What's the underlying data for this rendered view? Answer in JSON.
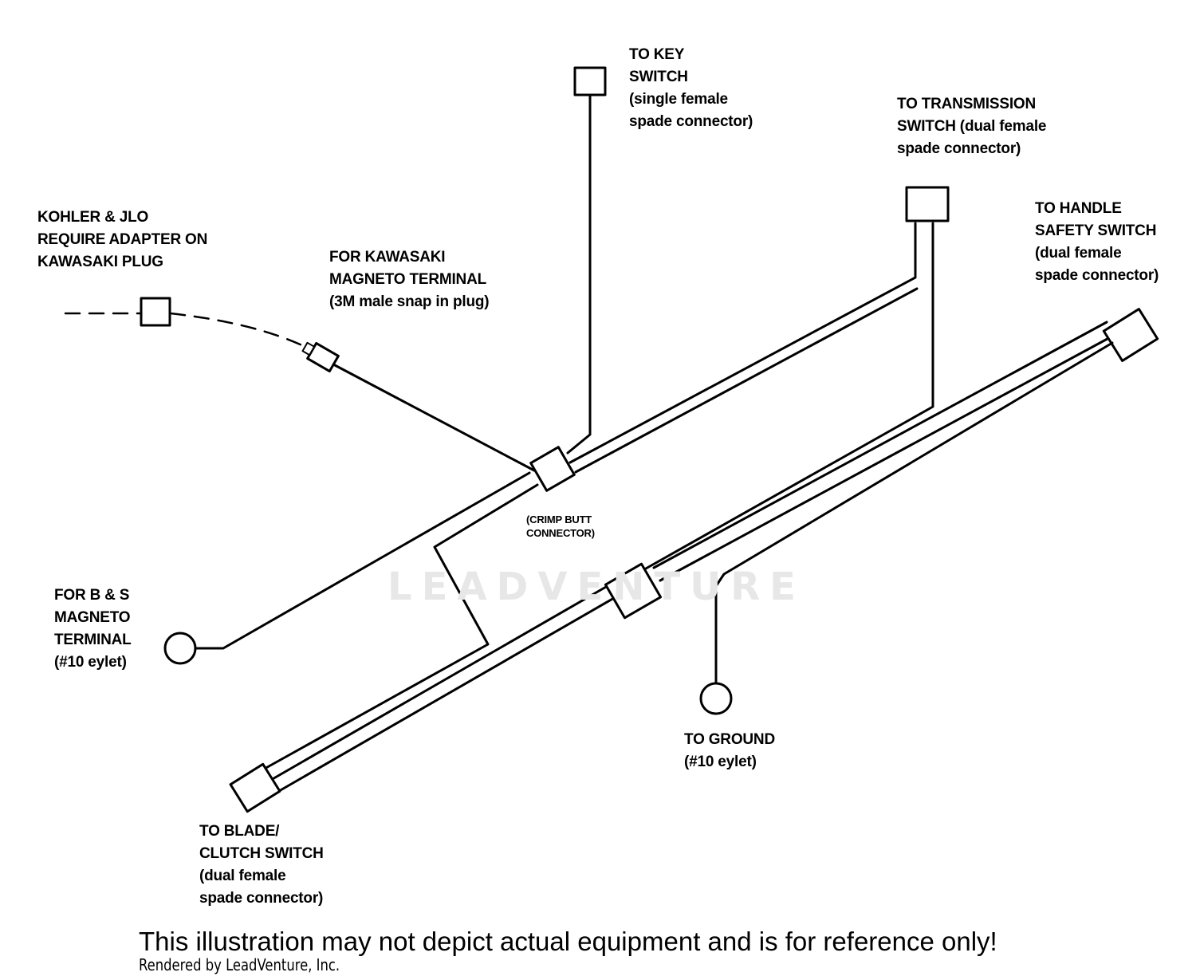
{
  "labels": {
    "key_switch": [
      "TO KEY",
      "SWITCH",
      "(single female",
      "spade connector)"
    ],
    "transmission_switch": [
      "TO TRANSMISSION",
      "SWITCH (dual female",
      "spade connector)"
    ],
    "handle_safety_switch": [
      "TO HANDLE",
      "SAFETY SWITCH",
      "(dual female",
      "spade connector)"
    ],
    "kohler_adapter": [
      "KOHLER & JLO",
      "REQUIRE ADAPTER ON",
      "KAWASAKI PLUG"
    ],
    "kawasaki_magneto": [
      "FOR KAWASAKI",
      "MAGNETO TERMINAL",
      "(3M male snap in plug)"
    ],
    "crimp_butt": [
      "(CRIMP BUTT",
      "CONNECTOR)"
    ],
    "bs_magneto": [
      "FOR B & S",
      "MAGNETO",
      "TERMINAL",
      "(#10 eylet)"
    ],
    "ground": [
      "TO GROUND",
      "(#10 eylet)"
    ],
    "blade_clutch_switch": [
      "TO BLADE/",
      "CLUTCH SWITCH",
      "(dual female",
      "spade connector)"
    ]
  },
  "watermark": "LEADVENTURE",
  "footer": {
    "disclaimer": "This illustration may not depict actual equipment and is for reference only!",
    "rendered_by": "Rendered by LeadVenture, Inc."
  }
}
